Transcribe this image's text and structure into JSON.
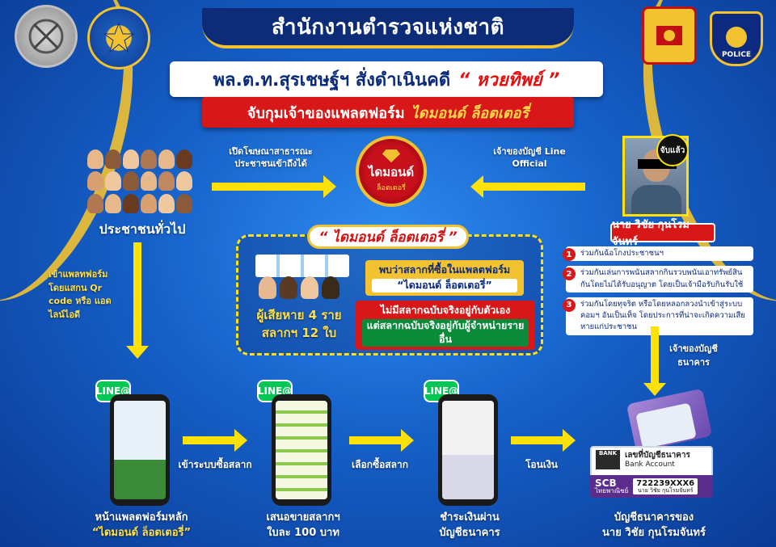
{
  "header": {
    "agency": "สำนักงานตำรวจแห่งชาติ",
    "headline_part1": "พล.ต.ท.สุรเชษฐ์ฯ สั่งดำเนินคดี",
    "headline_part2": "“ หวยทิพย์ ”",
    "subhead_part1": "จับกุมเจ้าของแพลตฟอร์ม",
    "subhead_part2": "ไดมอนด์ ล็อตเตอรี่",
    "police_badge_text": "POLICE"
  },
  "brand": {
    "name": "ไดมอนด์",
    "sub": "ล็อตเตอรี่"
  },
  "public": {
    "label": "ประชาชนทั่วไป",
    "ad_label": "เปิดโฆษณาสาธารณะ ประชาชนเข้าถึงได้",
    "entry_label": "เข้าแพลทฟอร์ม โดยแสกน Qr code หรือ แอดไลน์ไอดี"
  },
  "owner": {
    "line_label": "เจ้าของบัญชี Line Official",
    "caught_badge": "จับแล้ว",
    "name": "นาย วิชัย กุนโรมจันทร์",
    "charges": [
      {
        "num": "1",
        "text": "ร่วมกันฉ้อโกงประชาชนฯ"
      },
      {
        "num": "2",
        "text": "ร่วมกันเล่นการพนันสลากกินรวบพนันเอาทรัพย์สินกันโดยไม่ได้รับอนุญาต โดยเป็นเจ้ามือรับกินรับใช้"
      },
      {
        "num": "3",
        "text": "ร่วมกันโดยทุจริต หรือโดยหลอกลวงนำเข้าสู่ระบบคอมฯ อันเป็นเท็จ โดยประการที่น่าจะเกิดความเสียหายแก่ประชาชน"
      }
    ],
    "bank_owner_label": "เจ้าของบัญชี ธนาคาร"
  },
  "center_box": {
    "title": "“ ไดมอนด์ ล็อตเตอรี่ ”",
    "found_line1": "พบว่าสลากที่ซื้อในแพลตฟอร์ม",
    "found_line2": "“ไดมอนด์ ล็อตเตอรี่”",
    "victims_line1": "ผู้เสียหาย 4 ราย",
    "victims_line2": "สลากฯ 12 ใบ",
    "no_ticket_line1": "ไม่มีสลากฉบับจริงอยู่กับตัวเอง",
    "no_ticket_line2": "แต่สลากฉบับจริงอยู่กับผู้จำหน่ายรายอื่น"
  },
  "flow": {
    "line_badge": "LINE@",
    "step1": {
      "label_line1": "หน้าแพลตฟอร์มหลัก",
      "label_line2": "“ไดมอนด์ ล็อตเตอรี่”"
    },
    "arrow1": "เข้าระบบซื้อสลาก",
    "step2": {
      "label_line1": "เสนอขายสลากฯ",
      "label_line2": "ใบละ 100 บาท"
    },
    "arrow2": "เลือกซื้อสลาก",
    "step3": {
      "label_line1": "ชำระเงินผ่าน",
      "label_line2": "บัญชีธนาคาร"
    },
    "arrow3": "โอนเงิน",
    "step4": {
      "label_line1": "บัญชีธนาคารของ",
      "label_line2": "นาย วิชัย กุนโรมจันทร์"
    }
  },
  "bank": {
    "bank_label": "BANK",
    "account_th": "เลขที่บัญชีธนาคาร",
    "account_en": "Bank Account",
    "brand": "SCB",
    "brand_th": "ไทยพาณิชย์",
    "number": "722239XXX6",
    "holder": "นาย วิชัย กุนโรมจันทร์"
  },
  "colors": {
    "accent_yellow": "#ffe10a",
    "gold": "#f2c230",
    "red": "#d81818",
    "navy": "#0b2a80",
    "line_green": "#06c755",
    "scb_purple": "#5a2d8c"
  }
}
